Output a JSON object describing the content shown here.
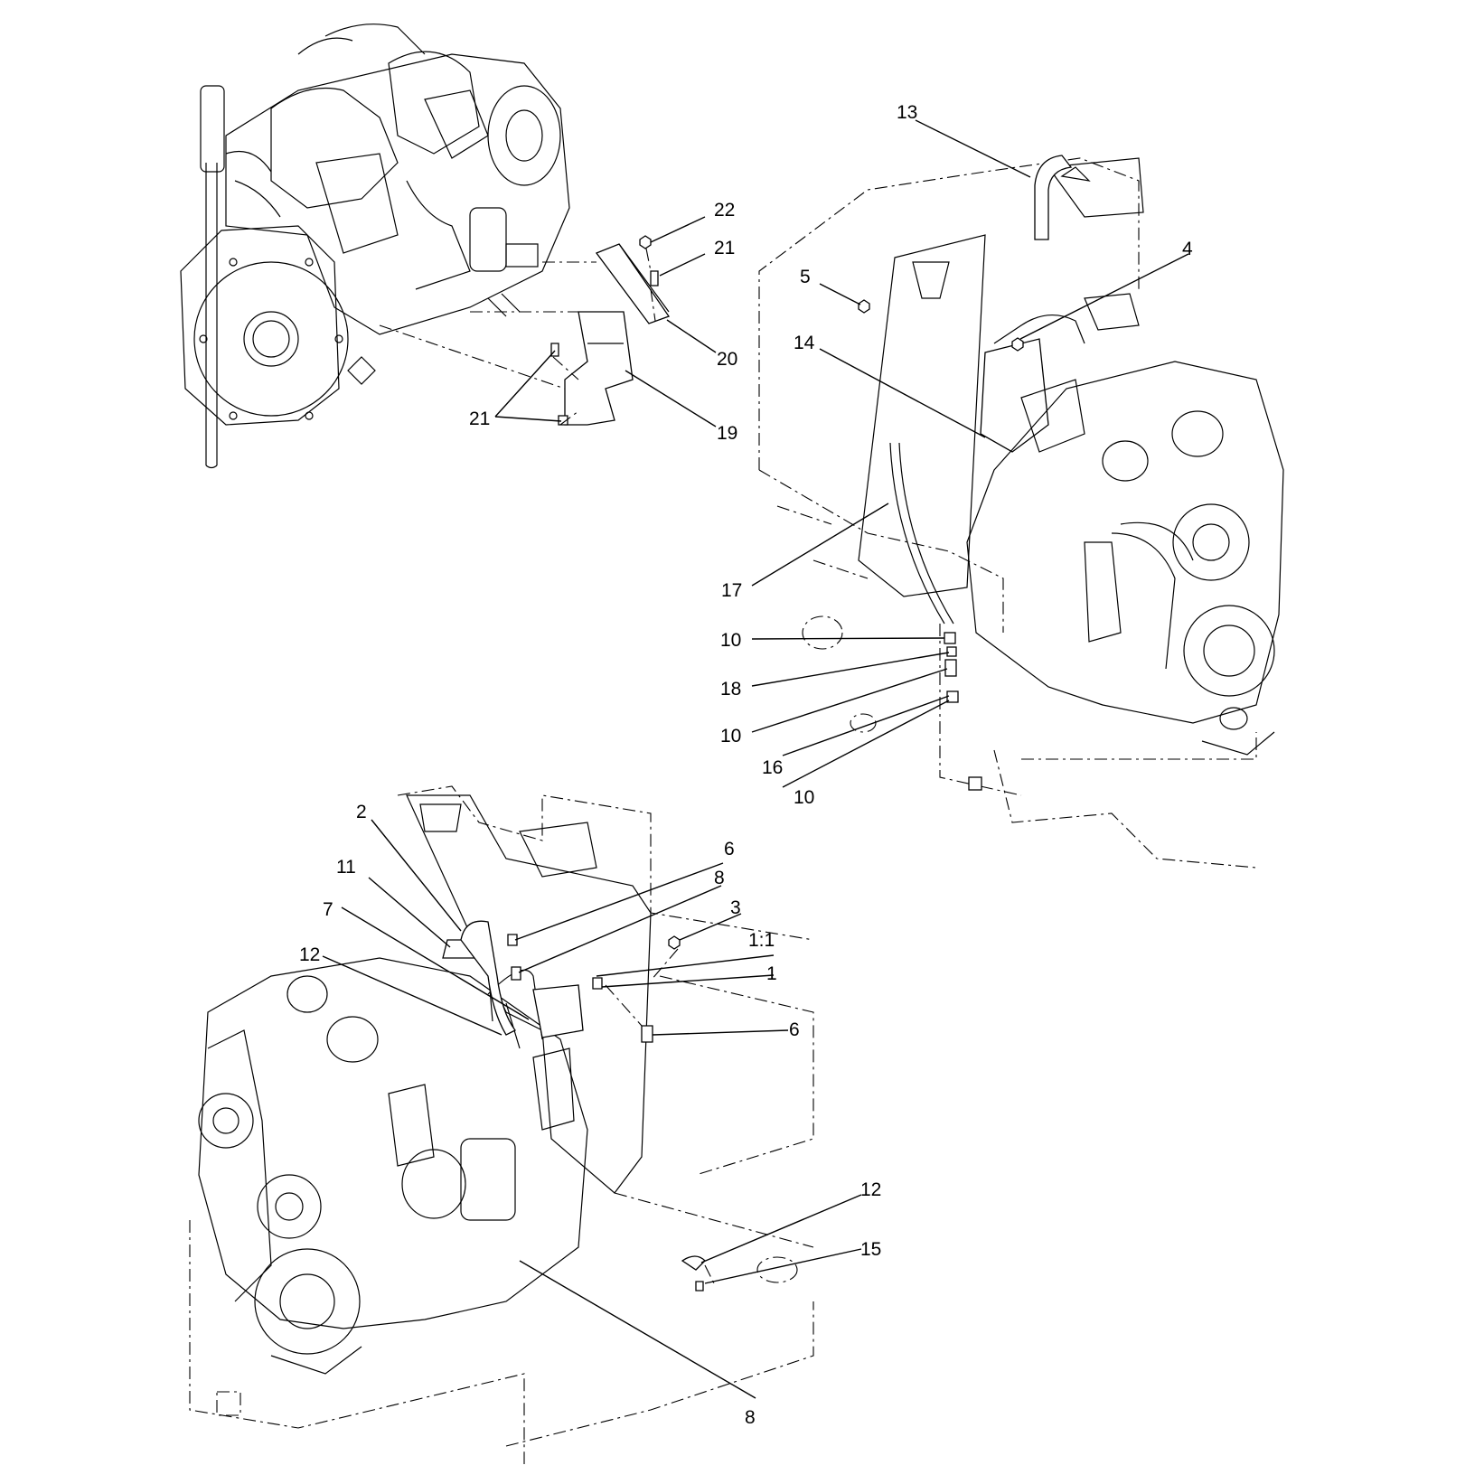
{
  "callouts": {
    "c22": "22",
    "c21a": "21",
    "c20": "20",
    "c19": "19",
    "c21b": "21",
    "c13": "13",
    "c4": "4",
    "c5": "5",
    "c14": "14",
    "c17": "17",
    "c10a": "10",
    "c18": "18",
    "c10b": "10",
    "c16": "16",
    "c10c": "10",
    "c2": "2",
    "c11": "11",
    "c7": "7",
    "c12a": "12",
    "c6a": "6",
    "c8a": "8",
    "c3": "3",
    "c1_1": "1:1",
    "c1": "1",
    "c6b": "6",
    "c12b": "12",
    "c15": "15",
    "c8b": "8"
  }
}
